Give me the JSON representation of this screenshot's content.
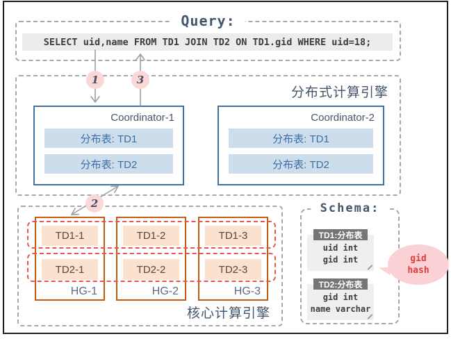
{
  "query": {
    "title": "Query:",
    "sql": "SELECT uid,name FROM TD1 JOIN TD2 ON TD1.gid WHERE uid=18;"
  },
  "steps": [
    "1",
    "2",
    "3"
  ],
  "distributed_engine": {
    "label": "分布式计算引擎",
    "coordinators": [
      {
        "title": "Coordinator-1",
        "tables": [
          "分布表: TD1",
          "分布表: TD2"
        ]
      },
      {
        "title": "Coordinator-2",
        "tables": [
          "分布表: TD1",
          "分布表: TD2"
        ]
      }
    ]
  },
  "core_engine": {
    "label": "核心计算引擎",
    "hostgroups": [
      {
        "name": "HG-1",
        "shards": [
          "TD1-1",
          "TD2-1"
        ]
      },
      {
        "name": "HG-2",
        "shards": [
          "TD1-2",
          "TD2-2"
        ]
      },
      {
        "name": "HG-3",
        "shards": [
          "TD1-3",
          "TD2-3"
        ]
      }
    ]
  },
  "schema": {
    "title": "Schema:",
    "tables": [
      {
        "header": "TD1:分布表",
        "columns": [
          "uid int",
          "gid int"
        ]
      },
      {
        "header": "TD2:分布表",
        "columns": [
          "gid int",
          "name varchar"
        ]
      }
    ],
    "callout": {
      "line1": "gid",
      "line2": "hash"
    }
  },
  "colors": {
    "dashed_border": "#a6a6a6",
    "coordinator_border": "#41719c",
    "table_row_bg": "#cdddec",
    "table_row_text": "#3a6ea5",
    "hg_border": "#c55a11",
    "shard_bg": "#fbe2cf",
    "red_dash": "#e85450",
    "step_circle_bg": "#fbd7d7",
    "callout_bg": "#fad2d6",
    "callout_text": "#e03c3c",
    "schema_header_bg": "#757575",
    "sql_bar_bg": "#ececec",
    "heading_text": "#44546a",
    "arrow_gray": "#9aa0a6"
  }
}
